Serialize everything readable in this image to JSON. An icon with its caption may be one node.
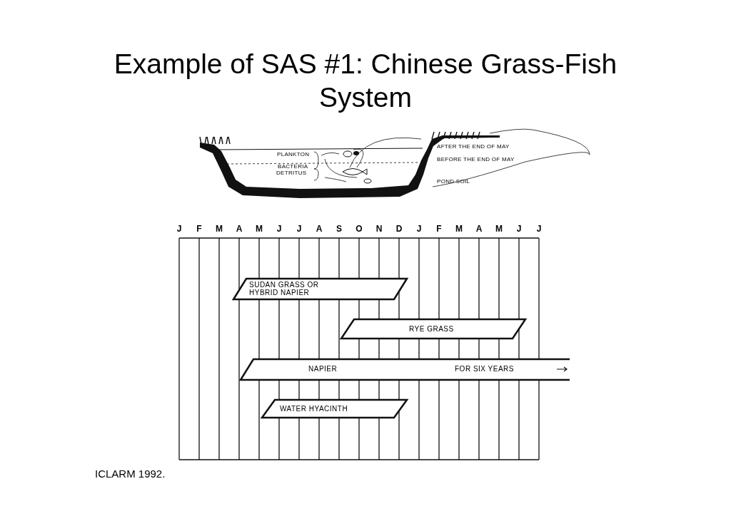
{
  "diagram": {
    "title": "Example of SAS #1: Chinese Grass-Fish System",
    "caption": "ICLARM 1992.",
    "nodes": [
      {
        "text": [
          "SUDAN GRASS OR HYBRID NAPIER"
        ]
      },
      {
        "text": [
          "RYE GRASS"
        ]
      },
      {
        "text": [
          "NAPIER",
          "FOR SIX YEARS"
        ]
      },
      {
        "text": [
          "WATER HYACINTH"
        ]
      }
    ],
    "labels": [
      "PLANKTON",
      "BACTERIA",
      "DETRITUS",
      "AFTER THE END OF MAY",
      "BEFORE THE END OF MAY",
      "POND SOIL",
      "J",
      "F",
      "M",
      "A",
      "M",
      "J",
      "J",
      "A",
      "S",
      "O",
      "N",
      "D",
      "J",
      "F",
      "M",
      "A",
      "M",
      "J",
      "J"
    ]
  }
}
